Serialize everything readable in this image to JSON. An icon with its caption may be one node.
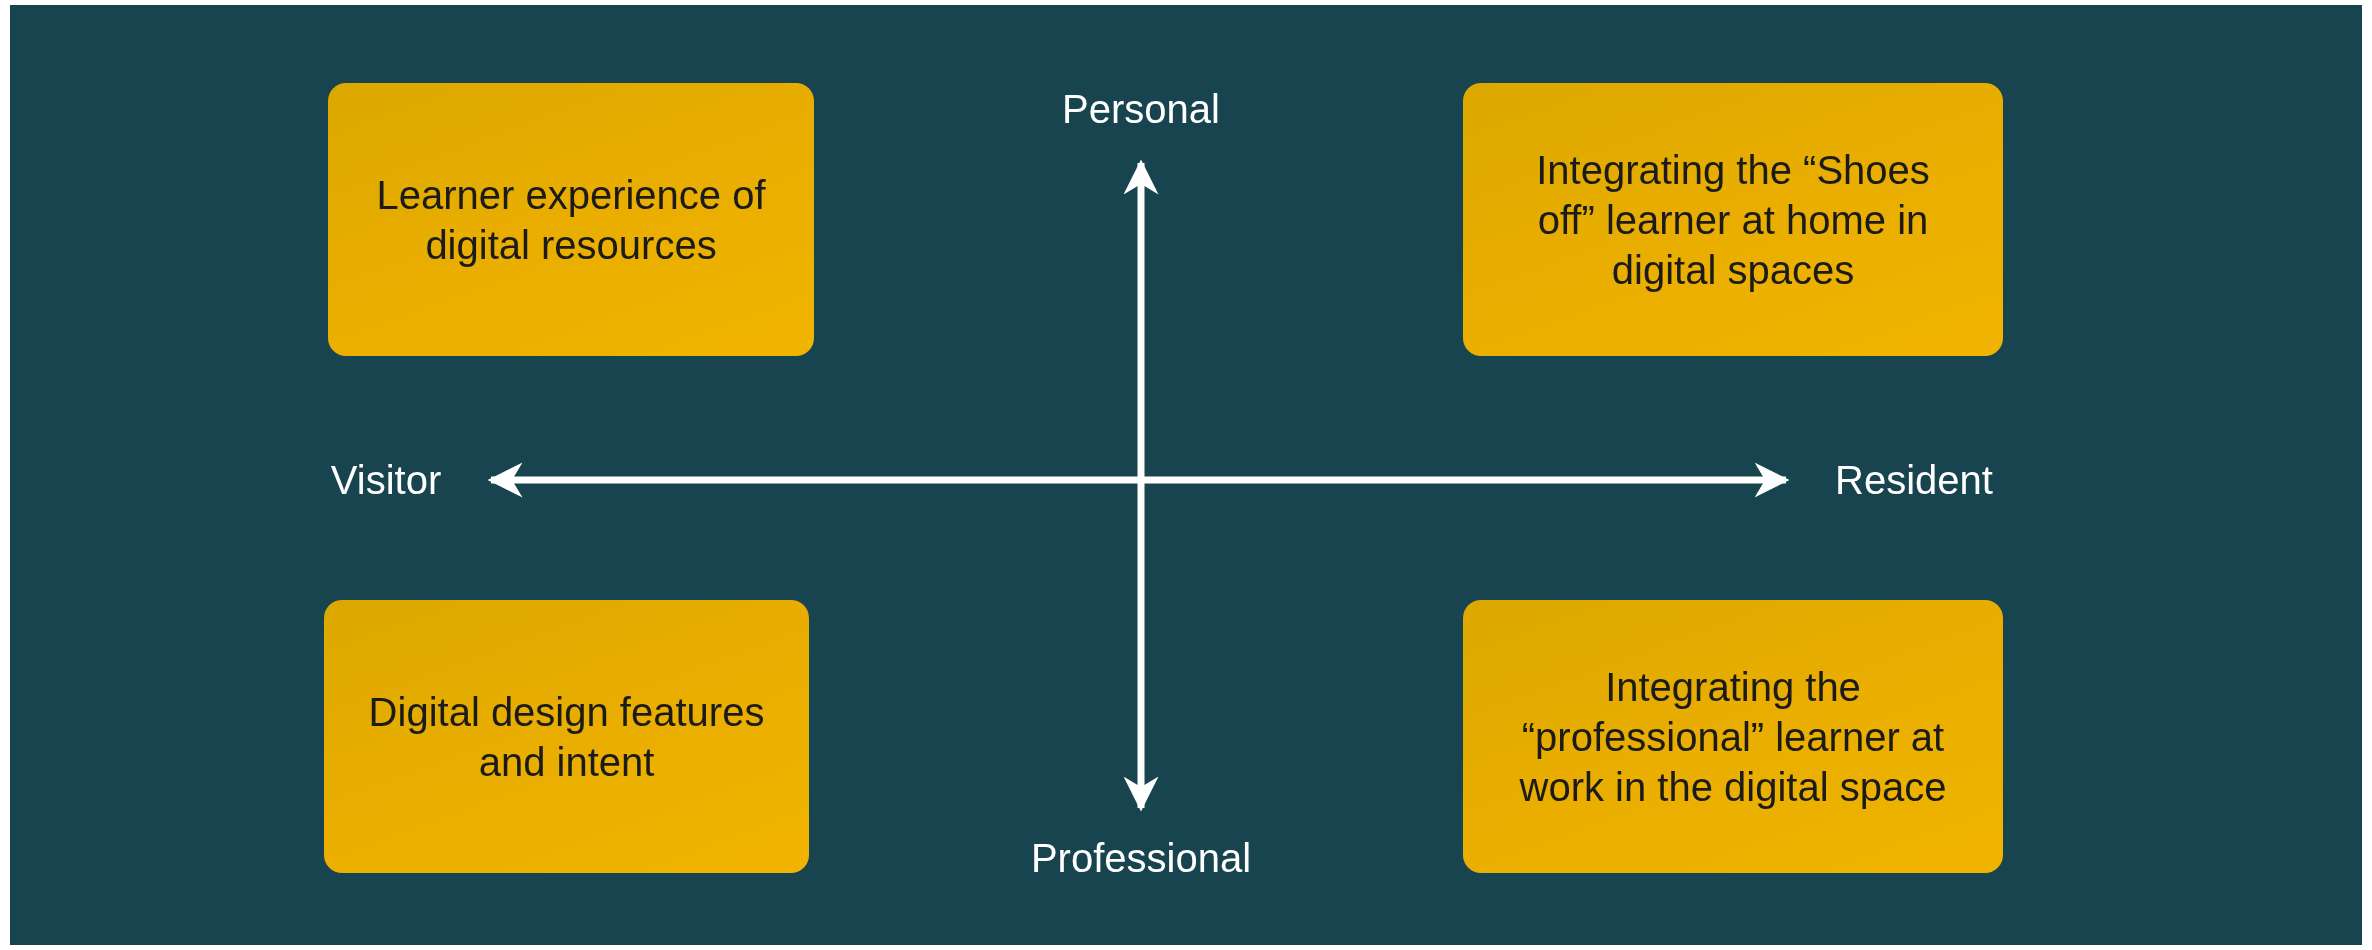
{
  "diagram": {
    "nodes": [
      {
        "text": [
          "Learner experience of digital resources"
        ]
      },
      {
        "text": [
          "Integrating the “Shoes off” learner at home in digital spaces"
        ]
      },
      {
        "text": [
          "Digital design features and intent"
        ]
      },
      {
        "text": [
          "Integrating the “professional” learner at work in the digital space"
        ]
      }
    ],
    "labels": [
      "Personal",
      "Visitor",
      "Resident",
      "Professional"
    ]
  }
}
